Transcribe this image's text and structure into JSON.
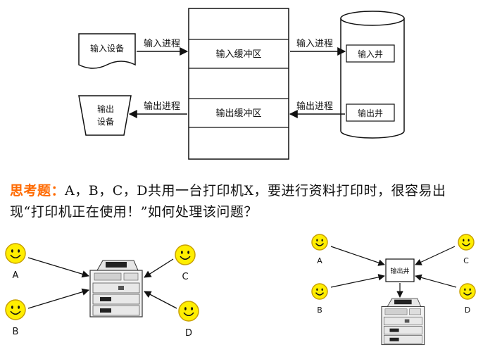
{
  "diagram": {
    "input_device": "输入设备",
    "output_device_line1": "输出",
    "output_device_line2": "设备",
    "input_process_left": "输入进程",
    "input_process_right": "输入进程",
    "output_process_left": "输出进程",
    "output_process_right": "输出进程",
    "input_buffer": "输入缓冲区",
    "output_buffer": "输出缓冲区",
    "input_well": "输入井",
    "output_well": "输出井"
  },
  "question": {
    "prefix": "思考题：",
    "text": "A，B，C，D共用一台打印机X，要进行资料打印时，很容易出现“打印机正在使用！”如何处理该问题？",
    "accent_color": "#ff6a00"
  },
  "left_scenario": {
    "users": [
      "A",
      "B",
      "C",
      "D"
    ]
  },
  "right_scenario": {
    "users": [
      "A",
      "B",
      "C",
      "D"
    ],
    "spool_box": "输出井"
  },
  "colors": {
    "smiley_fill": "#ffee00",
    "smiley_stroke": "#c8a000",
    "line": "#111111"
  }
}
